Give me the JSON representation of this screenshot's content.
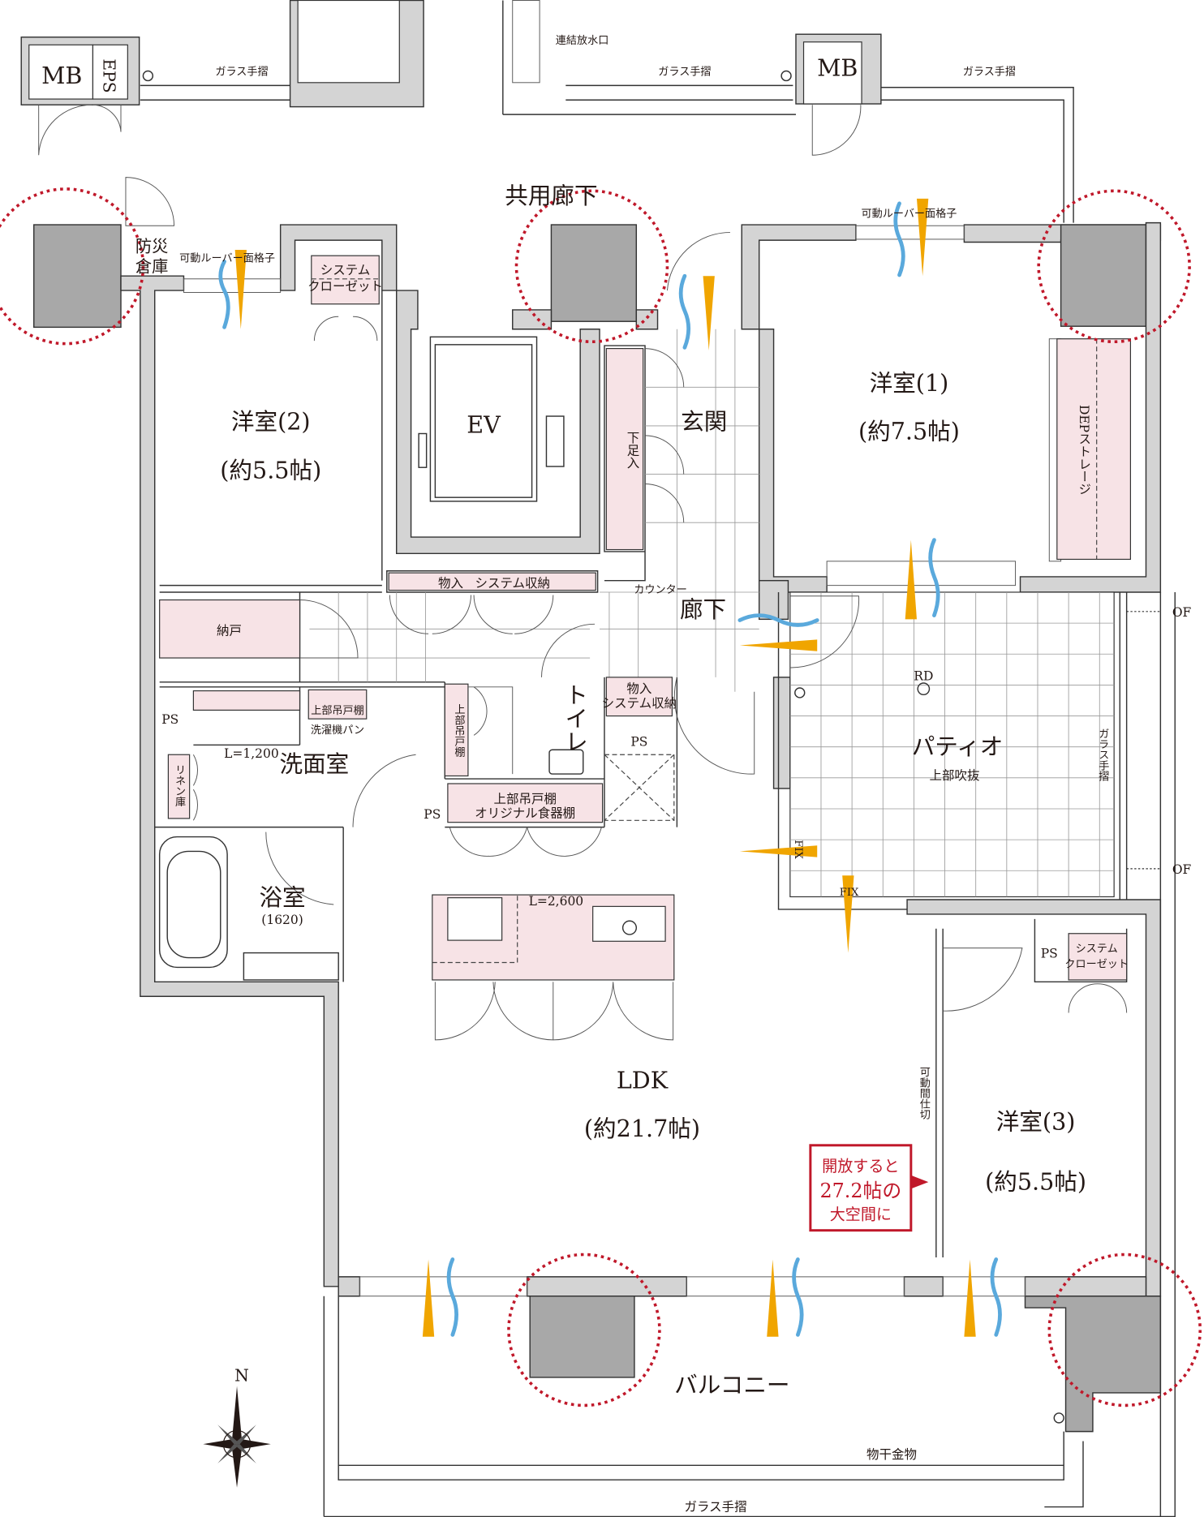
{
  "title": "Floor plan",
  "rooms": {
    "common_corridor": "共用廊下",
    "disaster_storage": [
      "防災",
      "倉庫"
    ],
    "western2": {
      "name": "洋室(2)",
      "size": "(約5.5帖)"
    },
    "western1": {
      "name": "洋室(1)",
      "size": "(約7.5帖)"
    },
    "western3": {
      "name": "洋室(3)",
      "size": "(約5.5帖)"
    },
    "ev": "EV",
    "entrance": "玄関",
    "hallway": "廊下",
    "storeroom": "納戸",
    "washroom": "洗面室",
    "toilet": "トイレ",
    "patio": "パティオ",
    "patio_sub": "上部吹抜",
    "bathroom": "浴室",
    "bathroom_size": "(1620)",
    "ldk": "LDK",
    "ldk_size": "(約21.7帖)",
    "balcony": "バルコニー"
  },
  "labels": {
    "louver": "可動ルーバー面格子",
    "system_closet": [
      "システム",
      "クローゼット"
    ],
    "shoe_storage": "下足入",
    "dep_storage": "DEPストレージ",
    "storage": "物入",
    "system_storage": "システム収納",
    "counter": "カウンター",
    "ps": "PS",
    "upper_cabinet": "上部吊戸棚",
    "washer_pan": "洗濯機パン",
    "l1200": "L=1,200",
    "linen": "リネン庫",
    "original_cupboard": "オリジナル食器棚",
    "rd": "RD",
    "glass_rail": "ガラス手摺",
    "of": "OF",
    "fix": "FIX",
    "l2600": "L=2,600",
    "movable_partition": "可動間仕切",
    "drying_hardware": "物干金物",
    "mb": "MB",
    "eps": "EPS",
    "fire_outlet": "連結放水口",
    "north": "N"
  },
  "callout": {
    "lines": [
      "開放すると",
      "27.2帖の",
      "大空間に"
    ],
    "color": "#c0182a"
  },
  "colors": {
    "wall": "#d4d4d4",
    "column": "#a8a8a8",
    "storage_fill": "#f7e3e6",
    "wind_blue": "#5aa9dc",
    "light_orange": "#f0a500",
    "highlight_circle": "#c0182a"
  }
}
